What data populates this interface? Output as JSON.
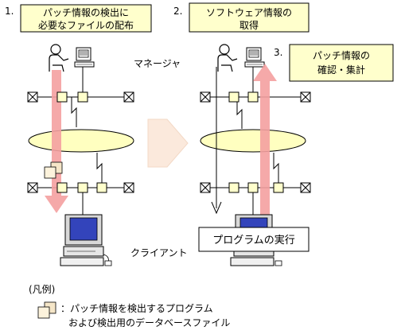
{
  "steps": {
    "s1_num": "1.",
    "s1_line1": "パッチ情報の検出に",
    "s1_line2": "必要なファイルの配布",
    "s2_num": "2.",
    "s2_line1": "ソフトウェア情報の",
    "s2_line2": "取得",
    "s3_num": "3.",
    "s3_line1": "パッチ情報の",
    "s3_line2": "確認・集計"
  },
  "labels": {
    "manager": "マネージャ",
    "client": "クライアント",
    "program_run": "プログラムの実行"
  },
  "legend": {
    "title": "(凡例)",
    "line1": "：パッチ情報を検出するプログラム",
    "line2": "および検出用のデータベースファイル"
  },
  "colors": {
    "step_box_fill": "#ffffcc",
    "arrow_fill": "#f4a0a0",
    "cloud_fill": "#ffffc0",
    "big_arrow_fill": "#fbe9dc",
    "node_fill": "#ffffcc",
    "monitor_screen": "#3344bb"
  }
}
